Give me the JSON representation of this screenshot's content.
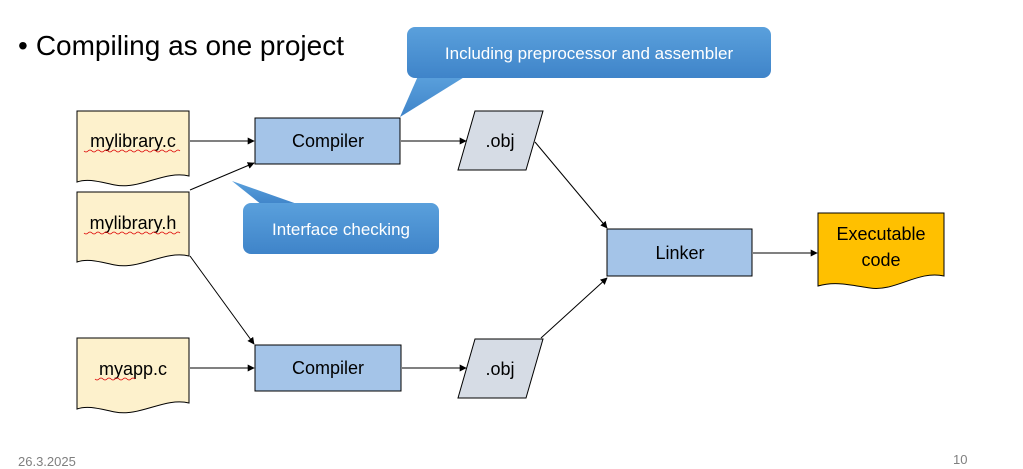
{
  "slide": {
    "title": "Compiling as one project",
    "date": "26.3.2025",
    "page_number": "10"
  },
  "files": {
    "mylibrary_c": "mylibrary.c",
    "mylibrary_h": "mylibrary.h",
    "myapp_c": "myapp.c"
  },
  "processes": {
    "compiler_top": "Compiler",
    "compiler_bottom": "Compiler",
    "linker": "Linker"
  },
  "objects": {
    "obj_top": ".obj",
    "obj_bottom": ".obj"
  },
  "output": {
    "line1": "Executable",
    "line2": "code"
  },
  "callouts": {
    "preprocessor": "Including preprocessor and assembler",
    "interface": "Interface checking"
  },
  "colors": {
    "file_fill": "#fdf1cc",
    "process_fill": "#a4c4e8",
    "obj_fill": "#d6dce5",
    "output_fill": "#ffc000",
    "callout_fill": "#4f94d3",
    "callout_text": "#ffffff"
  }
}
